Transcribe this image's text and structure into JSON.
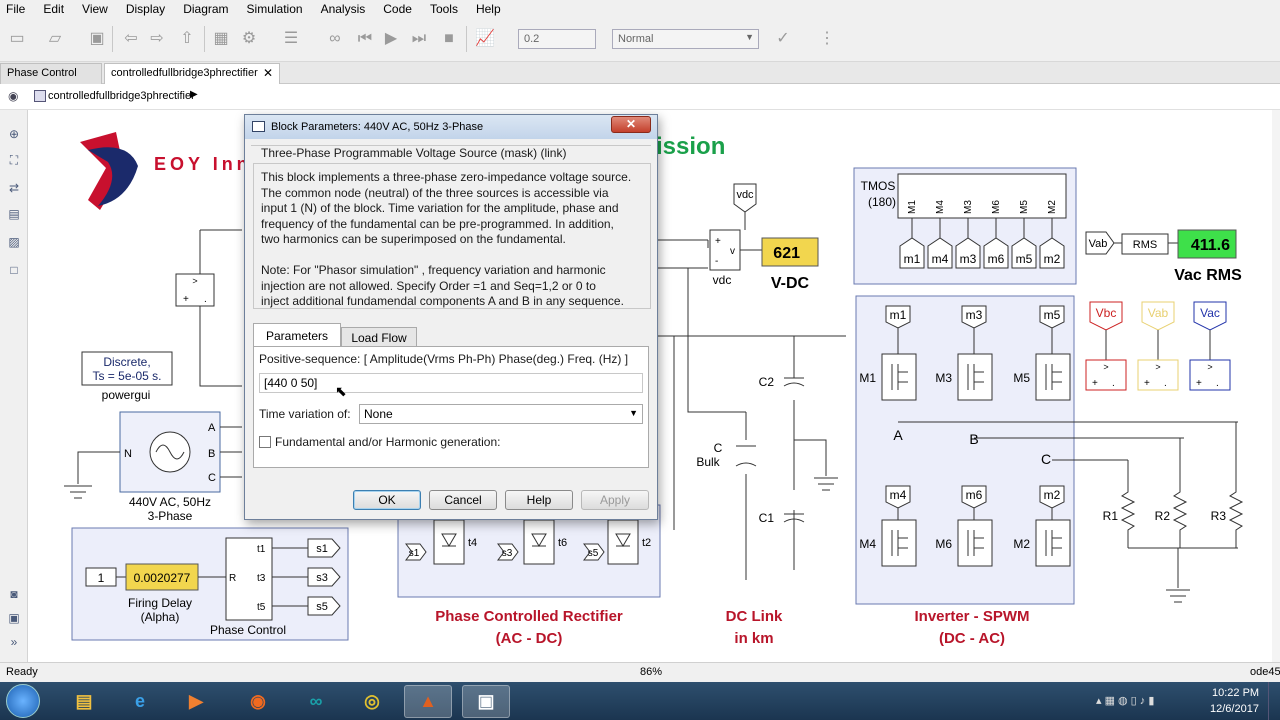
{
  "menu": [
    "File",
    "Edit",
    "View",
    "Display",
    "Diagram",
    "Simulation",
    "Analysis",
    "Code",
    "Tools",
    "Help"
  ],
  "toolbar": {
    "stop_time": "0.2",
    "sim_mode": "Normal"
  },
  "tabs": [
    "Phase Control",
    "controlledfullbridge3phrectifier"
  ],
  "breadcrumb": "controlledfullbridge3phrectifier",
  "dialog": {
    "title": "Block Parameters: 440V AC, 50Hz 3-Phase",
    "header": "Three-Phase Programmable Voltage Source (mask) (link)",
    "description": [
      "This block implements a three-phase zero-impedance voltage source.",
      "The common node (neutral) of the three sources is accessible via",
      "input 1 (N) of the block. Time variation for the amplitude, phase and",
      "frequency of the fundamental can be pre-programmed. In addition,",
      "two harmonics can be superimposed on the fundamental."
    ],
    "note": [
      "Note: For  \"Phasor simulation\" , frequency variation and harmonic",
      "injection are not allowed.  Specify  Order =1 and Seq=1,2 or 0 to",
      "inject additional fundamendal components A and B in  any sequence."
    ],
    "tab_parameters": "Parameters",
    "tab_loadflow": "Load Flow",
    "pos_seq_label": "Positive-sequence: [ Amplitude(Vrms Ph-Ph)  Phase(deg.)  Freq. (Hz) ]",
    "pos_seq_value": "[440 0 50]",
    "time_var_label": "Time variation of:",
    "time_var_value": "None",
    "harmonic_label": "Fundamental and/or Harmonic generation:",
    "ok": "OK",
    "cancel": "Cancel",
    "help": "Help",
    "apply": "Apply"
  },
  "diagram": {
    "logo_text": "EOY Inn",
    "title_fragment": "ission",
    "powergui_line1": "Discrete,",
    "powergui_line2": "Ts = 5e-05 s.",
    "powergui_label": "powergui",
    "source_label1": "440V AC, 50Hz",
    "source_label2": "3-Phase",
    "src_ports": [
      "N",
      "A",
      "B",
      "C"
    ],
    "const_value": "1",
    "firing_delay_value": "0.0020277",
    "firing_delay_label1": "Firing Delay",
    "firing_delay_label2": "(Alpha)",
    "phase_control_label": "Phase Control",
    "pc_in": "R",
    "pc_outs": [
      "t1",
      "t3",
      "t5"
    ],
    "goto_s": [
      "s1",
      "s3",
      "s5"
    ],
    "rect_s": [
      "s1",
      "s3",
      "s5"
    ],
    "rect_t": [
      "t4",
      "t6",
      "t2"
    ],
    "rect_label1": "Phase Controlled Rectifier",
    "rect_label2": "(AC - DC)",
    "vdc_tag": "vdc",
    "vdc_meas": "vdc",
    "vdc_value": "621",
    "vdc_label": "V-DC",
    "c2": "C2",
    "c1": "C1",
    "cbulk1": "C",
    "cbulk2": "Bulk",
    "dclink_label1": "DC Link",
    "dclink_label2": "in km",
    "tmos_label1": "TMOS",
    "tmos_label2": "(180)",
    "tmos_outs": [
      "m1",
      "m4",
      "m3",
      "m6",
      "m5",
      "m2"
    ],
    "inv_top": [
      "m1",
      "m3",
      "m5"
    ],
    "inv_bot": [
      "m4",
      "m6",
      "m2"
    ],
    "inv_sw_top": [
      "M1",
      "M3",
      "M5"
    ],
    "inv_sw_bot": [
      "M4",
      "M6",
      "M2"
    ],
    "phases": [
      "A",
      "B",
      "C"
    ],
    "inv_label1": "Inverter - SPWM",
    "inv_label2": "(DC - AC)",
    "vab_tag": "Vab",
    "rms_label": "RMS",
    "vac_rms_value": "411.6",
    "vac_rms_label": "Vac RMS",
    "meas_tags": [
      "Vbc",
      "Vab",
      "Vac"
    ],
    "meas_colors": [
      "#cc2222",
      "#e8d070",
      "#2233aa"
    ],
    "resistors": [
      "R1",
      "R2",
      "R3"
    ]
  },
  "status": {
    "left": "Ready",
    "zoom": "86%",
    "solver": "ode45"
  },
  "clock": {
    "time": "10:22 PM",
    "date": "12/6/2017"
  }
}
